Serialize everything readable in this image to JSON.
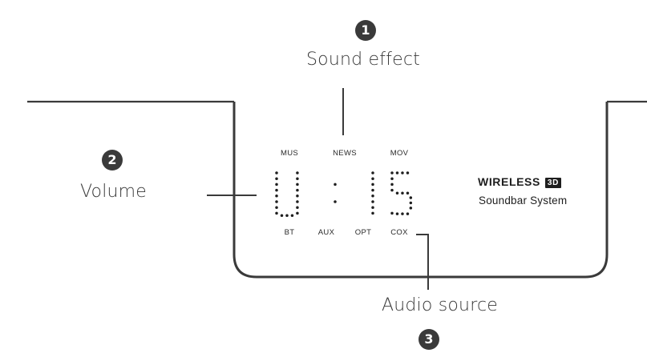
{
  "callouts": [
    {
      "number": "1",
      "label": "Sound effect"
    },
    {
      "number": "2",
      "label": "Volume"
    },
    {
      "number": "3",
      "label": "Audio source"
    }
  ],
  "sound_effects": [
    "MUS",
    "NEWS",
    "MOV"
  ],
  "audio_sources": [
    "BT",
    "AUX",
    "OPT",
    "COX"
  ],
  "display": {
    "left_char": "U",
    "separator": ":",
    "digit_1": "1",
    "digit_2": "5",
    "text": "U:15"
  },
  "brand": {
    "name": "WIRELESS",
    "badge": "3D",
    "subtitle": "Soundbar System"
  },
  "colors": {
    "line": "#3a3a3a",
    "dots": "#1e1e1e",
    "callout_circle": "#3a3a3a"
  }
}
